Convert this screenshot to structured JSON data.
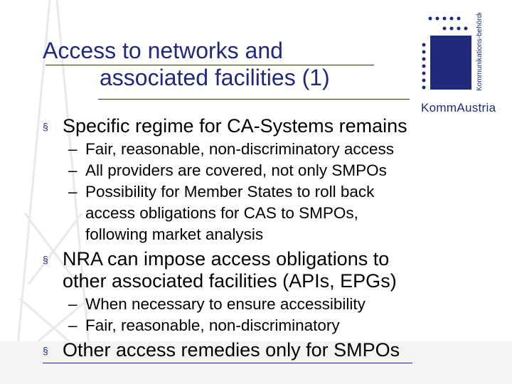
{
  "slide": {
    "title_line1": "Access to networks and",
    "title_line2": "associated facilities (1)",
    "logo": {
      "caption": "KommAustria",
      "side_text": "Kommunikations-behörde Austria",
      "icon_name": "kommaustria-logo-icon",
      "color": "#1f2a7a"
    },
    "bullets": [
      {
        "text_lines": [
          "Specific regime for CA-Systems remains"
        ],
        "sub": [
          {
            "lines": [
              "Fair, reasonable, non-discriminatory access"
            ]
          },
          {
            "lines": [
              "All providers are covered, not only SMPOs"
            ]
          },
          {
            "lines": [
              "Possibility for Member States to roll back",
              "access obligations for CAS to SMPOs,",
              "following market analysis"
            ]
          }
        ]
      },
      {
        "text_lines": [
          "NRA can impose access obligations to",
          "other associated facilities (APIs, EPGs)"
        ],
        "sub": [
          {
            "lines": [
              "When necessary to ensure accessibility"
            ]
          },
          {
            "lines": [
              "Fair, reasonable, non-discriminatory"
            ]
          }
        ]
      },
      {
        "text_lines": [
          "Other access remedies only for SMPOs"
        ],
        "sub": []
      }
    ],
    "dash": "–",
    "bullet_glyph": "§"
  }
}
